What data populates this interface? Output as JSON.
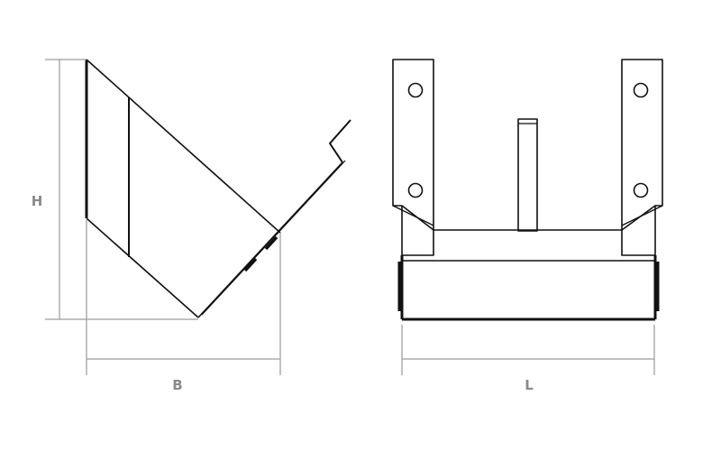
{
  "dimensions": {
    "height_label": "H",
    "width_label": "B",
    "length_label": "L"
  },
  "colors": {
    "outline": "#111111",
    "dimension_line": "#9a9a9a",
    "dimension_text": "#8a8a8a",
    "background": "#ffffff"
  }
}
